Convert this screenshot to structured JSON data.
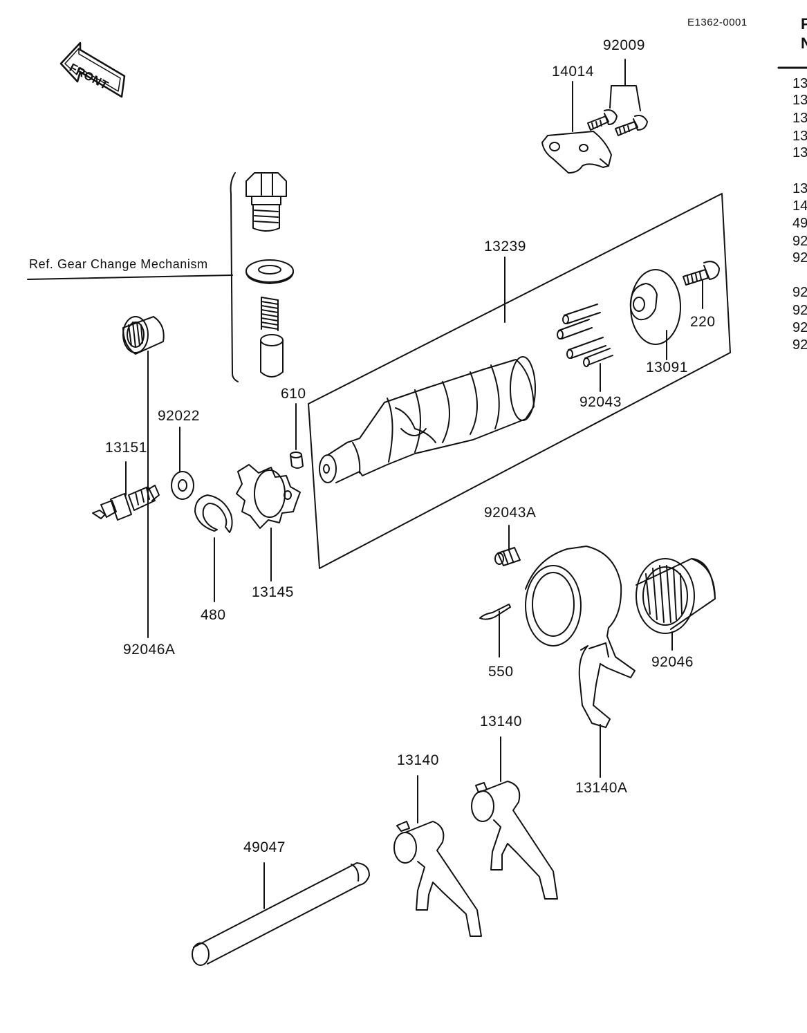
{
  "diagram_code": "E1362-0001",
  "front_label": "FRONT",
  "ref_label": "Ref. Gear Change Mechanism",
  "parts": {
    "p92009": "92009",
    "p14014": "14014",
    "p13239": "13239",
    "p220": "220",
    "p13091": "13091",
    "p92043": "92043",
    "p610": "610",
    "p92022": "92022",
    "p13151": "13151",
    "p13145": "13145",
    "p480": "480",
    "p92046A": "92046A",
    "p92043A": "92043A",
    "p550": "550",
    "p92046": "92046",
    "p13140_top": "13140",
    "p13140_left": "13140",
    "p13140A": "13140A",
    "p49047": "49047"
  },
  "side_column": {
    "header": [
      "P",
      "N"
    ],
    "items": [
      "13",
      "13",
      "13",
      "13",
      "13",
      "13",
      "14",
      "49",
      "92",
      "92",
      "92",
      "92",
      "92",
      "92"
    ]
  }
}
